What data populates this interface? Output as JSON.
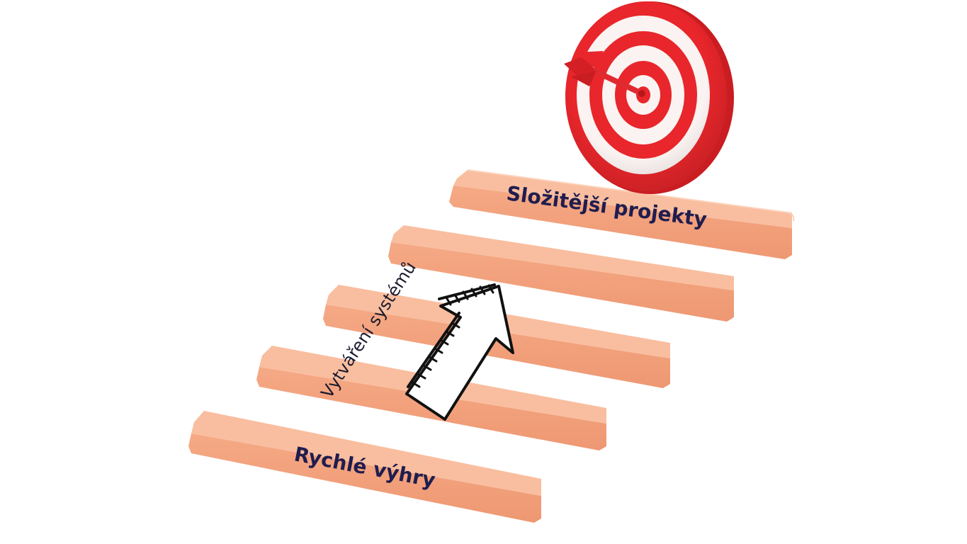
{
  "diagram": {
    "steps": [
      {
        "label": "Rychlé výhry"
      },
      {
        "label": ""
      },
      {
        "label": ""
      },
      {
        "label": ""
      },
      {
        "label": "Složitější projekty"
      }
    ],
    "arrow_label": "Vytváření systémů",
    "colors": {
      "step_top": "#f8b795",
      "step_front": "#f3a27c",
      "step_side": "#e8906a",
      "target_red": "#e8262b",
      "target_white": "#fbf3f1",
      "text_dark": "#1f1d4f",
      "arrow_stroke": "#111111"
    },
    "icons": {
      "target": "target-with-dart-icon",
      "arrow": "hand-drawn-up-arrow-icon"
    }
  }
}
